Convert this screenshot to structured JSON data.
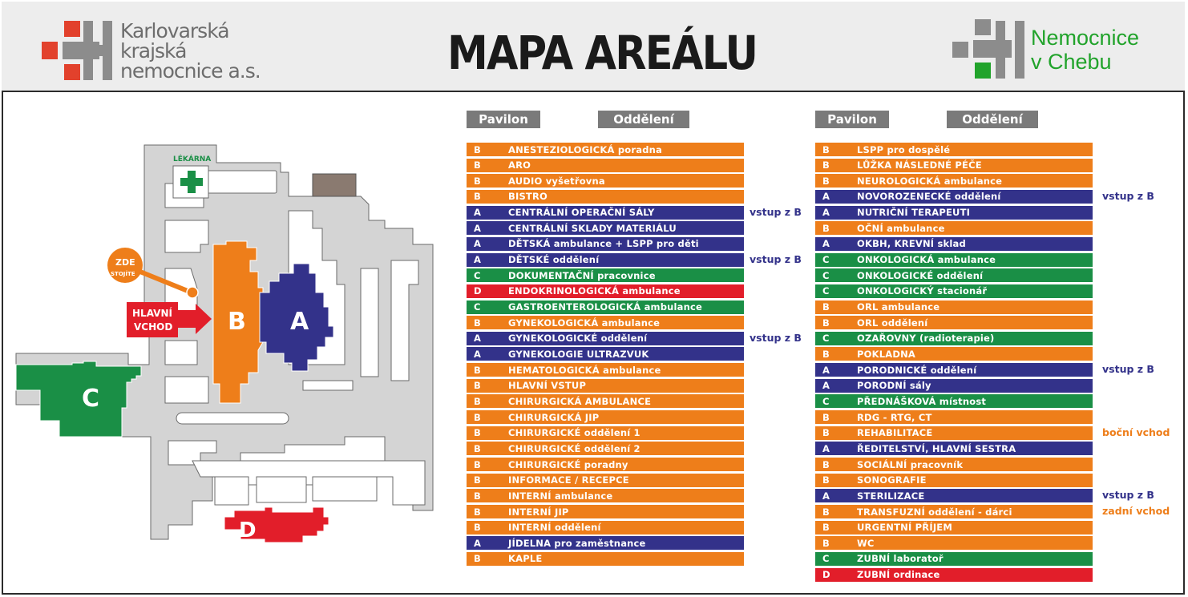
{
  "header": {
    "title": "MAPA AREÁLU",
    "logo_left_lines": [
      "Karlovarská",
      "krajská",
      "nemocnice a.s."
    ],
    "logo_right_lines": [
      "Nemocnice",
      "v Chebu"
    ]
  },
  "colors": {
    "B": "#ee7e1a",
    "A": "#33328a",
    "C": "#1a8f46",
    "D": "#e21e2a",
    "grey": "#7a7a7a"
  },
  "columns": {
    "pavilion": "Pavilon",
    "department": "Oddělení"
  },
  "map": {
    "pharmacy_label": "LÉKÁRNA",
    "here_label_1": "ZDE",
    "here_label_2": "STOJÍTE",
    "main_entrance_1": "HLAVNÍ",
    "main_entrance_2": "VCHOD",
    "building_B": "B",
    "building_A": "A",
    "building_C": "C",
    "building_D": "D"
  },
  "left_list": [
    {
      "p": "B",
      "d": "ANESTEZIOLOGICKÁ poradna",
      "n": ""
    },
    {
      "p": "B",
      "d": "ARO",
      "n": ""
    },
    {
      "p": "B",
      "d": "AUDIO vyšetřovna",
      "n": ""
    },
    {
      "p": "B",
      "d": "BISTRO",
      "n": ""
    },
    {
      "p": "A",
      "d": "CENTRÁLNÍ OPERAČNÍ SÁLY",
      "n": "vstup z B"
    },
    {
      "p": "A",
      "d": "CENTRÁLNÍ SKLADY MATERIÁLU",
      "n": ""
    },
    {
      "p": "A",
      "d": "DĚTSKÁ ambulance + LSPP pro děti",
      "n": ""
    },
    {
      "p": "A",
      "d": "DĚTSKÉ oddělení",
      "n": "vstup z B"
    },
    {
      "p": "C",
      "d": "DOKUMENTAČNÍ pracovnice",
      "n": ""
    },
    {
      "p": "D",
      "d": "ENDOKRINOLOGICKÁ ambulance",
      "n": ""
    },
    {
      "p": "C",
      "d": "GASTROENTEROLOGICKÁ ambulance",
      "n": ""
    },
    {
      "p": "B",
      "d": "GYNEKOLOGICKÁ ambulance",
      "n": ""
    },
    {
      "p": "A",
      "d": "GYNEKOLOGICKÉ oddělení",
      "n": "vstup z B"
    },
    {
      "p": "A",
      "d": "GYNEKOLOGIE ULTRAZVUK",
      "n": ""
    },
    {
      "p": "B",
      "d": "HEMATOLOGICKÁ ambulance",
      "n": ""
    },
    {
      "p": "B",
      "d": "HLAVNÍ VSTUP",
      "n": ""
    },
    {
      "p": "B",
      "d": "CHIRURGICKÁ AMBULANCE",
      "n": ""
    },
    {
      "p": "B",
      "d": "CHIRURGICKÁ JIP",
      "n": ""
    },
    {
      "p": "B",
      "d": "CHIRURGICKÉ oddělení 1",
      "n": ""
    },
    {
      "p": "B",
      "d": "CHIRURGICKÉ oddělení 2",
      "n": ""
    },
    {
      "p": "B",
      "d": "CHIRURGICKÉ poradny",
      "n": ""
    },
    {
      "p": "B",
      "d": "INFORMACE / RECEPCE",
      "n": ""
    },
    {
      "p": "B",
      "d": "INTERNÍ ambulance",
      "n": ""
    },
    {
      "p": "B",
      "d": "INTERNÍ JIP",
      "n": ""
    },
    {
      "p": "B",
      "d": "INTERNÍ oddělení",
      "n": ""
    },
    {
      "p": "A",
      "d": "JÍDELNA pro zaměstnance",
      "n": ""
    },
    {
      "p": "B",
      "d": "KAPLE",
      "n": ""
    }
  ],
  "right_list": [
    {
      "p": "B",
      "d": "LSPP pro dospělé",
      "n": ""
    },
    {
      "p": "B",
      "d": "LŮŽKA NÁSLEDNÉ PÉČE",
      "n": ""
    },
    {
      "p": "B",
      "d": "NEUROLOGICKÁ ambulance",
      "n": ""
    },
    {
      "p": "A",
      "d": "NOVOROZENECKÉ oddělení",
      "n": "vstup z B"
    },
    {
      "p": "A",
      "d": "NUTRIČNÍ TERAPEUTI",
      "n": ""
    },
    {
      "p": "B",
      "d": "OČNÍ ambulance",
      "n": ""
    },
    {
      "p": "A",
      "d": "OKBH, KREVNÍ sklad",
      "n": ""
    },
    {
      "p": "C",
      "d": "ONKOLOGICKÁ ambulance",
      "n": ""
    },
    {
      "p": "C",
      "d": "ONKOLOGICKÉ oddělení",
      "n": ""
    },
    {
      "p": "C",
      "d": "ONKOLOGICKÝ stacionář",
      "n": ""
    },
    {
      "p": "B",
      "d": "ORL ambulance",
      "n": ""
    },
    {
      "p": "B",
      "d": "ORL oddělení",
      "n": ""
    },
    {
      "p": "C",
      "d": "OZAŘOVNY (radioterapie)",
      "n": ""
    },
    {
      "p": "B",
      "d": "POKLADNA",
      "n": ""
    },
    {
      "p": "A",
      "d": "PORODNICKÉ oddělení",
      "n": "vstup z B"
    },
    {
      "p": "A",
      "d": "PORODNÍ sály",
      "n": ""
    },
    {
      "p": "C",
      "d": "PŘEDNÁŠKOVÁ místnost",
      "n": ""
    },
    {
      "p": "B",
      "d": "RDG - RTG, CT",
      "n": ""
    },
    {
      "p": "B",
      "d": "REHABILITACE",
      "n": "boční vchod"
    },
    {
      "p": "A",
      "d": "ŘEDITELSTVÍ, HLAVNÍ SESTRA",
      "n": ""
    },
    {
      "p": "B",
      "d": "SOCIÁLNÍ pracovník",
      "n": ""
    },
    {
      "p": "B",
      "d": "SONOGRAFIE",
      "n": ""
    },
    {
      "p": "A",
      "d": "STERILIZACE",
      "n": "vstup z B"
    },
    {
      "p": "B",
      "d": "TRANSFUZNÍ oddělení - dárci",
      "n": "zadní vchod"
    },
    {
      "p": "B",
      "d": "URGENTNÍ PŘÍJEM",
      "n": ""
    },
    {
      "p": "B",
      "d": "WC",
      "n": ""
    },
    {
      "p": "C",
      "d": "ZUBNÍ laboratoř",
      "n": ""
    },
    {
      "p": "D",
      "d": "ZUBNÍ ordinace",
      "n": ""
    }
  ]
}
